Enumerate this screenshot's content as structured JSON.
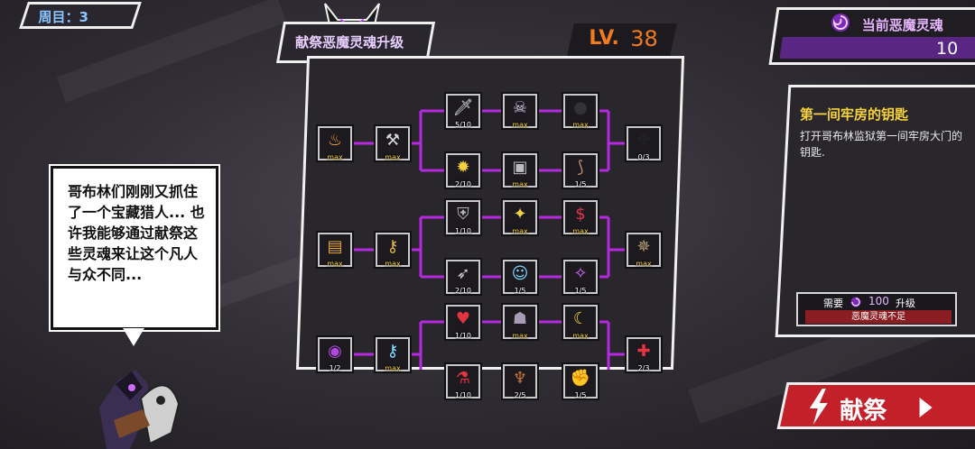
{
  "round": {
    "label": "周目：3"
  },
  "panel": {
    "title": "献祭恶魔灵魂升级"
  },
  "level": {
    "label": "LV.",
    "value": "38"
  },
  "souls": {
    "title": "当前恶魔灵魂",
    "count": "10"
  },
  "item": {
    "name": "第一间牢房的钥匙",
    "description": "打开哥布林监狱第一间牢房大门的钥匙."
  },
  "cost": {
    "need_label": "需要",
    "amount": "100",
    "upgrade_label": "升级",
    "warning": "恶魔灵魂不足"
  },
  "sacrifice_button": {
    "label": "献祭"
  },
  "dialog": {
    "text": "哥布林们刚刚又抓住了一个宝藏猎人... 也许我能够通过献祭这些灵魂来让这个凡人与众不同..."
  },
  "tree": {
    "rows": [
      {
        "root": {
          "icon": "cauldron-fire-icon",
          "label": "max"
        },
        "second": {
          "icon": "battle-axe-icon",
          "label": "max"
        },
        "upper": [
          {
            "icon": "sword-up-icon",
            "label": "5/10"
          },
          {
            "icon": "skeleton-knight-icon",
            "label": "max"
          },
          {
            "icon": "bomb-icon",
            "label": "max"
          }
        ],
        "lower": [
          {
            "icon": "sun-gear-up-icon",
            "label": "2/10"
          },
          {
            "icon": "armor-icon",
            "label": "max"
          },
          {
            "icon": "horn-icon",
            "label": "1/5"
          }
        ],
        "end": {
          "icon": "wings-icon",
          "label": "0/3"
        }
      },
      {
        "root": {
          "icon": "treasure-chest-icon",
          "label": "max"
        },
        "second": {
          "icon": "key-icon",
          "label": "max"
        },
        "upper": [
          {
            "icon": "shield-up-icon",
            "label": "1/10"
          },
          {
            "icon": "gold-chest-icon",
            "label": "max"
          },
          {
            "icon": "sale-tag-icon",
            "label": "max"
          }
        ],
        "lower": [
          {
            "icon": "winged-boot-icon",
            "label": "2/10"
          },
          {
            "icon": "ghost-icon",
            "label": "1/5"
          },
          {
            "icon": "purple-flame-icon",
            "label": "1/5"
          }
        ],
        "end": {
          "icon": "compass-icon",
          "label": "max"
        }
      },
      {
        "root": {
          "icon": "cauldron-icon",
          "label": "1/2"
        },
        "second": {
          "icon": "magic-key-icon",
          "label": "max"
        },
        "upper": [
          {
            "icon": "heart-up-icon",
            "label": "1/10"
          },
          {
            "icon": "reaper-icon",
            "label": "max"
          },
          {
            "icon": "banana-icon",
            "label": "max"
          }
        ],
        "lower": [
          {
            "icon": "potion-icon",
            "label": "1/10"
          },
          {
            "icon": "meat-icon",
            "label": "2/5"
          },
          {
            "icon": "muscle-arm-icon",
            "label": "1/5"
          }
        ],
        "end": {
          "icon": "red-cross-icon",
          "label": "2/3"
        }
      }
    ]
  }
}
